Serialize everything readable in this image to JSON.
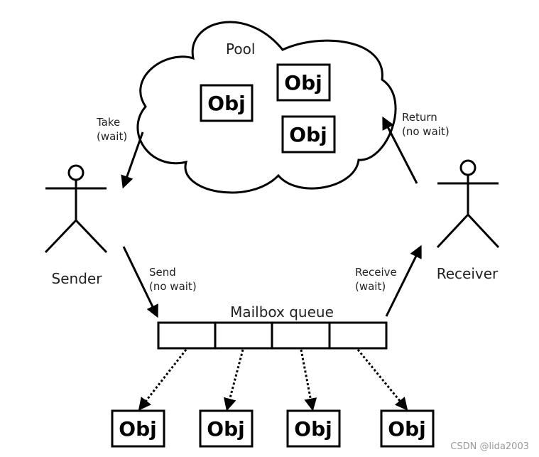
{
  "pool_label": "Pool",
  "obj_label": "Obj",
  "sender_label": "Sender",
  "receiver_label": "Receiver",
  "mailbox_label": "Mailbox queue",
  "take_label": "Take",
  "take_sub": "(wait)",
  "return_label": "Return",
  "return_sub": "(no wait)",
  "send_label": "Send",
  "send_sub": "(no wait)",
  "receive_label": "Receive",
  "receive_sub": "(wait)",
  "watermark": "CSDN @lida2003"
}
